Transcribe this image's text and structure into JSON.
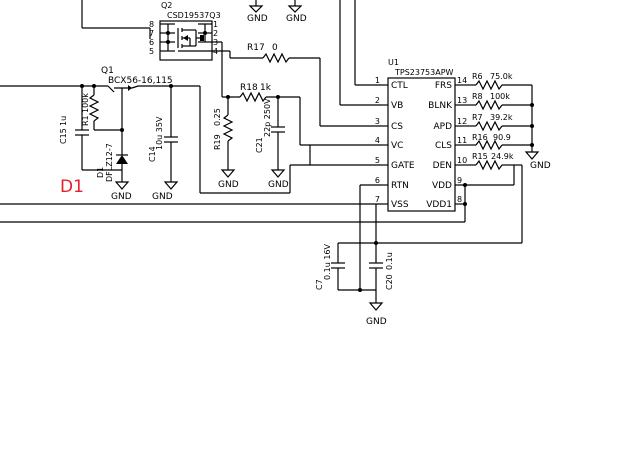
{
  "colors": {
    "wire": "#000000",
    "highlight": "#e8202a",
    "background": "#ffffff"
  },
  "ground_label": "GND",
  "highlight_label": "D1",
  "q2": {
    "ref": "Q2",
    "part": "CSD19537Q3",
    "pins": [
      "8",
      "7",
      "6",
      "5",
      "1",
      "2",
      "3",
      "4"
    ]
  },
  "q1": {
    "ref": "Q1",
    "part": "BCX56-16,115"
  },
  "u1": {
    "ref": "U1",
    "part": "TPS23753APW",
    "left_pins": [
      {
        "num": "1",
        "name": "CTL"
      },
      {
        "num": "2",
        "name": "VB"
      },
      {
        "num": "3",
        "name": "CS"
      },
      {
        "num": "4",
        "name": "VC"
      },
      {
        "num": "5",
        "name": "GATE"
      },
      {
        "num": "6",
        "name": "RTN"
      },
      {
        "num": "7",
        "name": "VSS"
      }
    ],
    "right_pins": [
      {
        "num": "14",
        "name": "FRS"
      },
      {
        "num": "13",
        "name": "BLNK"
      },
      {
        "num": "12",
        "name": "APD"
      },
      {
        "num": "11",
        "name": "CLS"
      },
      {
        "num": "10",
        "name": "DEN"
      },
      {
        "num": "9",
        "name": "VDD"
      },
      {
        "num": "8",
        "name": "VDD1"
      }
    ]
  },
  "resistors": [
    {
      "ref": "R17",
      "value": "0"
    },
    {
      "ref": "R18",
      "value": "1k"
    },
    {
      "ref": "R19",
      "value": "0.25"
    },
    {
      "ref": "R1",
      "value": "100k"
    },
    {
      "ref": "R6",
      "value": "75.0k"
    },
    {
      "ref": "R8",
      "value": "100k"
    },
    {
      "ref": "R7",
      "value": "39.2k"
    },
    {
      "ref": "R16",
      "value": "90.9"
    },
    {
      "ref": "R15",
      "value": "24.9k"
    }
  ],
  "capacitors": [
    {
      "ref": "C15",
      "value": "1u"
    },
    {
      "ref": "C14",
      "value": "10u 35V"
    },
    {
      "ref": "C21",
      "value": "22p 250V"
    },
    {
      "ref": "C7",
      "value": "0.1u 16V"
    },
    {
      "ref": "C20",
      "value": "0.1u"
    }
  ],
  "zener": {
    "ref": "D1",
    "part": "DFLZ12-7"
  }
}
